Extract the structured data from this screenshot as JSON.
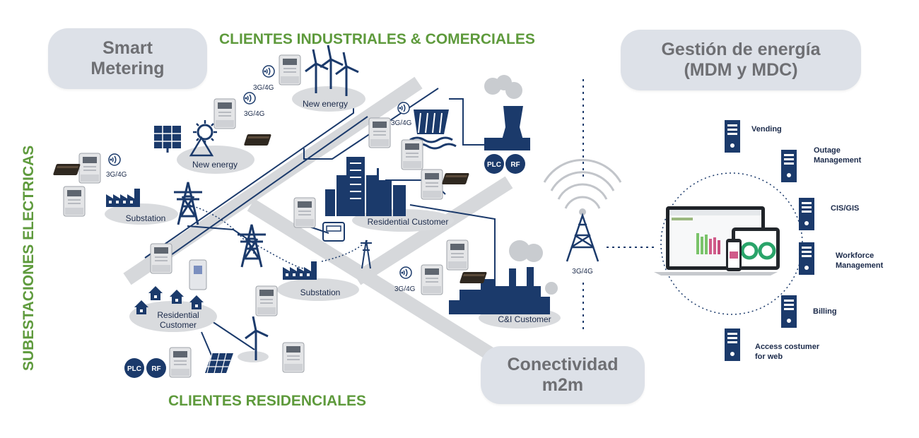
{
  "headings": {
    "smart_metering": "Smart\nMetering",
    "energy_management": "Gestión de energía\n(MDM y MDC)",
    "connectivity": "Conectividad\nm2m",
    "industrial_clients": "CLIENTES INDUSTRIALES & COMERCIALES",
    "residential_clients": "CLIENTES RESIDENCIALES",
    "substations": "SUBESTACIONES ELECTRICAS"
  },
  "network_labels": {
    "new_energy_top": "New energy",
    "new_energy_left": "New energy",
    "substation_left": "Substation",
    "substation_center": "Substation",
    "residential_customer_center": "Residential Customer",
    "residential_customer_left_line1": "Residential",
    "residential_customer_left_line2": "Customer",
    "ci_customer": "C&I Customer",
    "tower_label": "3G/4G",
    "signal_label": "3G/4G",
    "plc": "PLC",
    "rf": "RF"
  },
  "systems": [
    "Vending",
    "Outage\nManagement",
    "CIS/GIS",
    "Workforce\nManagement",
    "Billing",
    "Access costumer\nfor web"
  ],
  "colors": {
    "navy": "#1b3a6b",
    "road": "#d6d8db",
    "pill": "#dde1e8",
    "green": "#5e9a3c",
    "meter": "#e8e9ea"
  }
}
